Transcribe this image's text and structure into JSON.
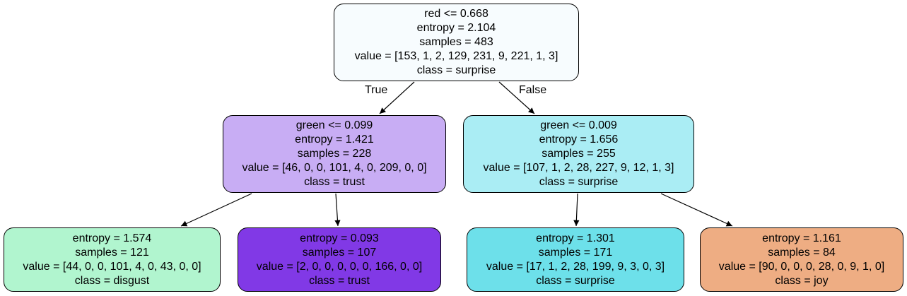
{
  "tree": {
    "root": {
      "lines": [
        "red <= 0.668",
        "entropy = 2.104",
        "samples = 483",
        "value = [153, 1, 2, 129, 231, 9, 221, 1, 3]",
        "class = surprise"
      ],
      "fill": "#f7fcfe"
    },
    "left": {
      "lines": [
        "green <= 0.099",
        "entropy = 1.421",
        "samples = 228",
        "value = [46, 0, 0, 101, 4, 0, 209, 0, 0]",
        "class = trust"
      ],
      "fill": "#c8adf4"
    },
    "right": {
      "lines": [
        "green <= 0.009",
        "entropy = 1.656",
        "samples = 255",
        "value = [107, 1, 2, 28, 227, 9, 12, 1, 3]",
        "class = surprise"
      ],
      "fill": "#aaedf4"
    },
    "left_left": {
      "lines": [
        "entropy = 1.574",
        "samples = 121",
        "value = [44, 0, 0, 101, 4, 0, 43, 0, 0]",
        "class = disgust"
      ],
      "fill": "#b1f5cf"
    },
    "left_right": {
      "lines": [
        "entropy = 0.093",
        "samples = 107",
        "value = [2, 0, 0, 0, 0, 0, 166, 0, 0]",
        "class = trust"
      ],
      "fill": "#8139e6"
    },
    "right_left": {
      "lines": [
        "entropy = 1.301",
        "samples = 171",
        "value = [17, 1, 2, 28, 199, 9, 3, 0, 3]",
        "class = surprise"
      ],
      "fill": "#6de0ea"
    },
    "right_right": {
      "lines": [
        "entropy = 1.161",
        "samples = 84",
        "value = [90, 0, 0, 0, 28, 0, 9, 1, 0]",
        "class = joy"
      ],
      "fill": "#eead83"
    }
  },
  "edge_labels": {
    "true": "True",
    "false": "False"
  }
}
